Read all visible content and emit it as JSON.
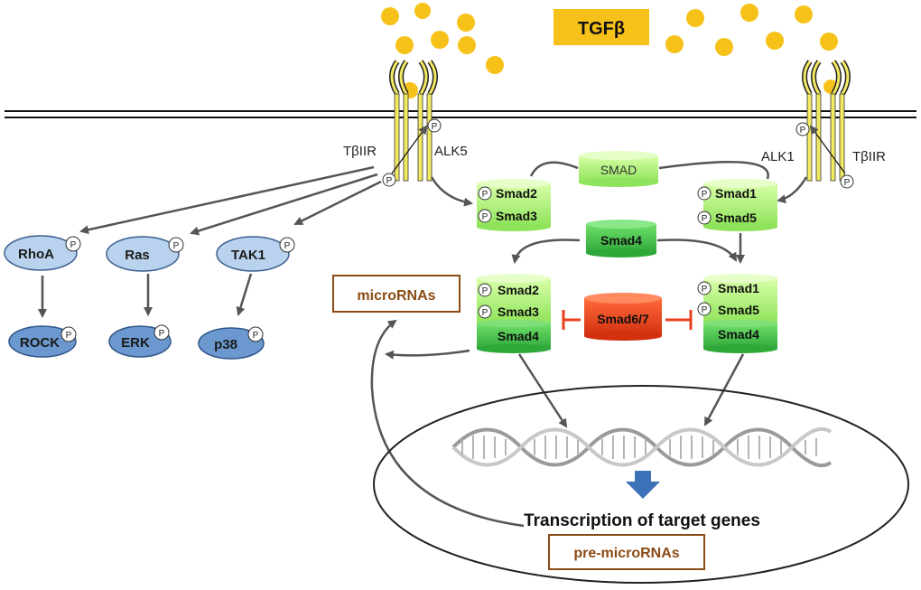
{
  "ligand": {
    "label": "TGFβ"
  },
  "receptors": {
    "left_type2": "TβIIR",
    "left_type1": "ALK5",
    "right_type1": "ALK1",
    "right_type2": "TβIIR"
  },
  "phospho": "P",
  "smad_generic": "SMAD",
  "left_rsmads": [
    "Smad2",
    "Smad3"
  ],
  "right_rsmads": [
    "Smad1",
    "Smad5"
  ],
  "co_smad": "Smad4",
  "left_complex": [
    "Smad2",
    "Smad3",
    "Smad4"
  ],
  "right_complex": [
    "Smad1",
    "Smad5",
    "Smad4"
  ],
  "inhibitory_smad": "Smad6/7",
  "non_canonical": {
    "upstream": [
      "RhoA",
      "Ras",
      "TAK1"
    ],
    "downstream": [
      "ROCK",
      "ERK",
      "p38"
    ]
  },
  "microrna_box": "microRNAs",
  "pre_microrna_box": "pre-microRNAs",
  "transcription": "Transcription of target genes",
  "colors": {
    "ligand": "#f6c21a",
    "receptor": "#f4ea62",
    "smad_light": "#b8f27a",
    "smad_green": "#4cc94c",
    "inhibitor": "#e8401f",
    "node_light": "#b9d3ee",
    "node_dark": "#6b98cf",
    "box_border": "#8a4b14"
  }
}
